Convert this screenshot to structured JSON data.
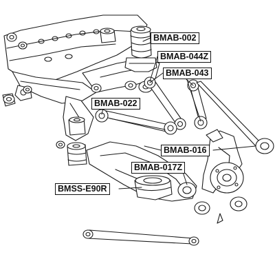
{
  "diagram": {
    "callouts": {
      "bmab_002": "BMAB-002",
      "bmab_044z": "BMAB-044Z",
      "bmab_043": "BMAB-043",
      "bmab_022": "BMAB-022",
      "bmab_016": "BMAB-016",
      "bmab_017z": "BMAB-017Z",
      "bmss_e90r": "BMSS-E90R"
    },
    "colors": {
      "line": "#1a1a1a",
      "fill": "#ffffff",
      "label_border": "#111111"
    }
  }
}
